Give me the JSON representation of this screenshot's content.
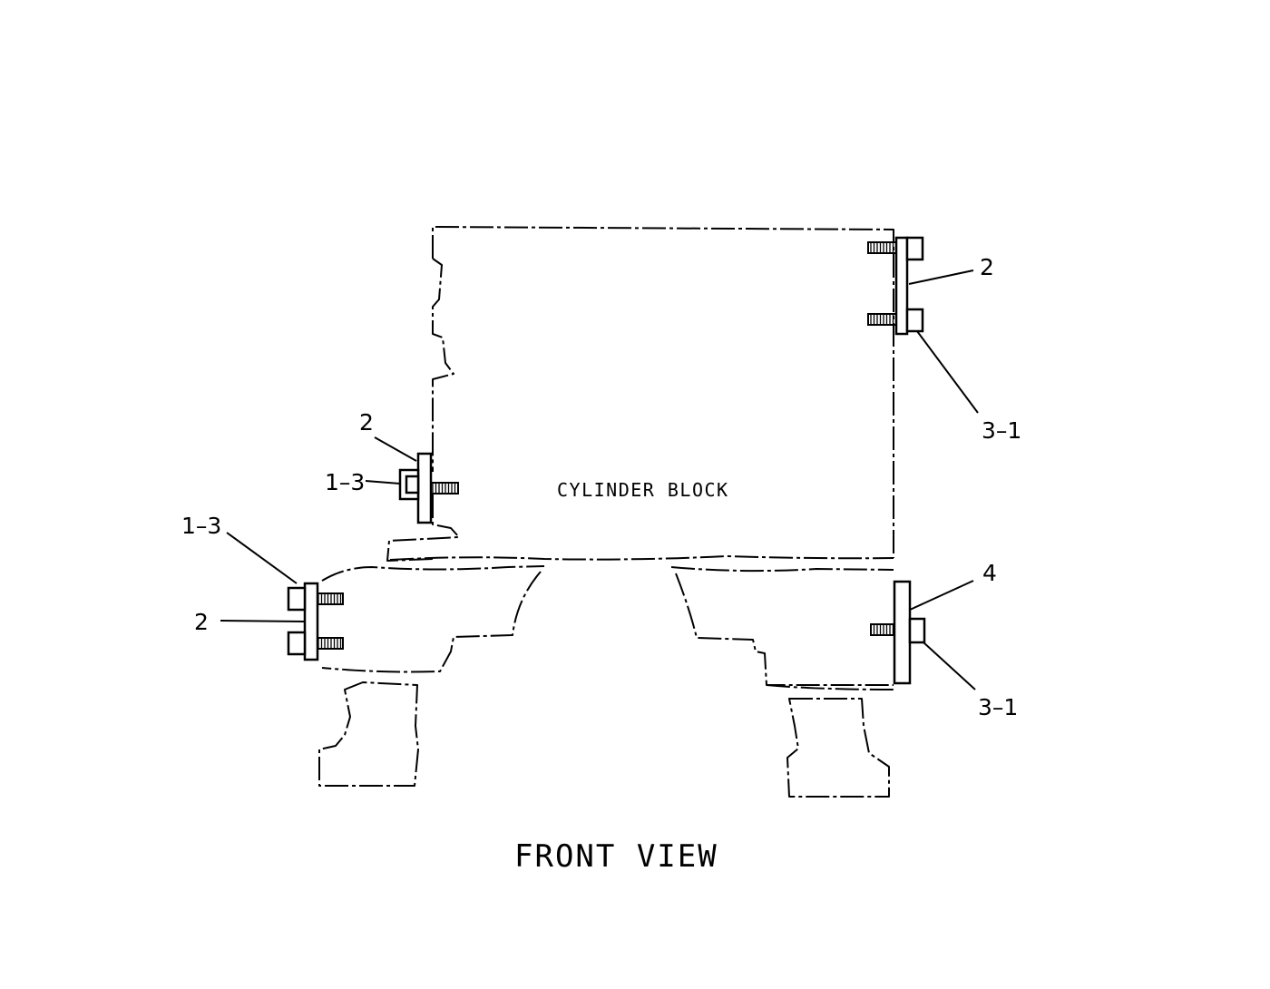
{
  "diagram": {
    "block_label": "CYLINDER BLOCK",
    "view_title": "FRONT VIEW",
    "callouts": {
      "top_right_plate": "2",
      "top_right_bolt": "3–1",
      "mid_left_plate": "2",
      "mid_left_bolt": "1–3",
      "low_left_bolt": "1–3",
      "low_left_plate": "2",
      "low_right_plate": "4",
      "low_right_bolt": "3–1"
    }
  }
}
